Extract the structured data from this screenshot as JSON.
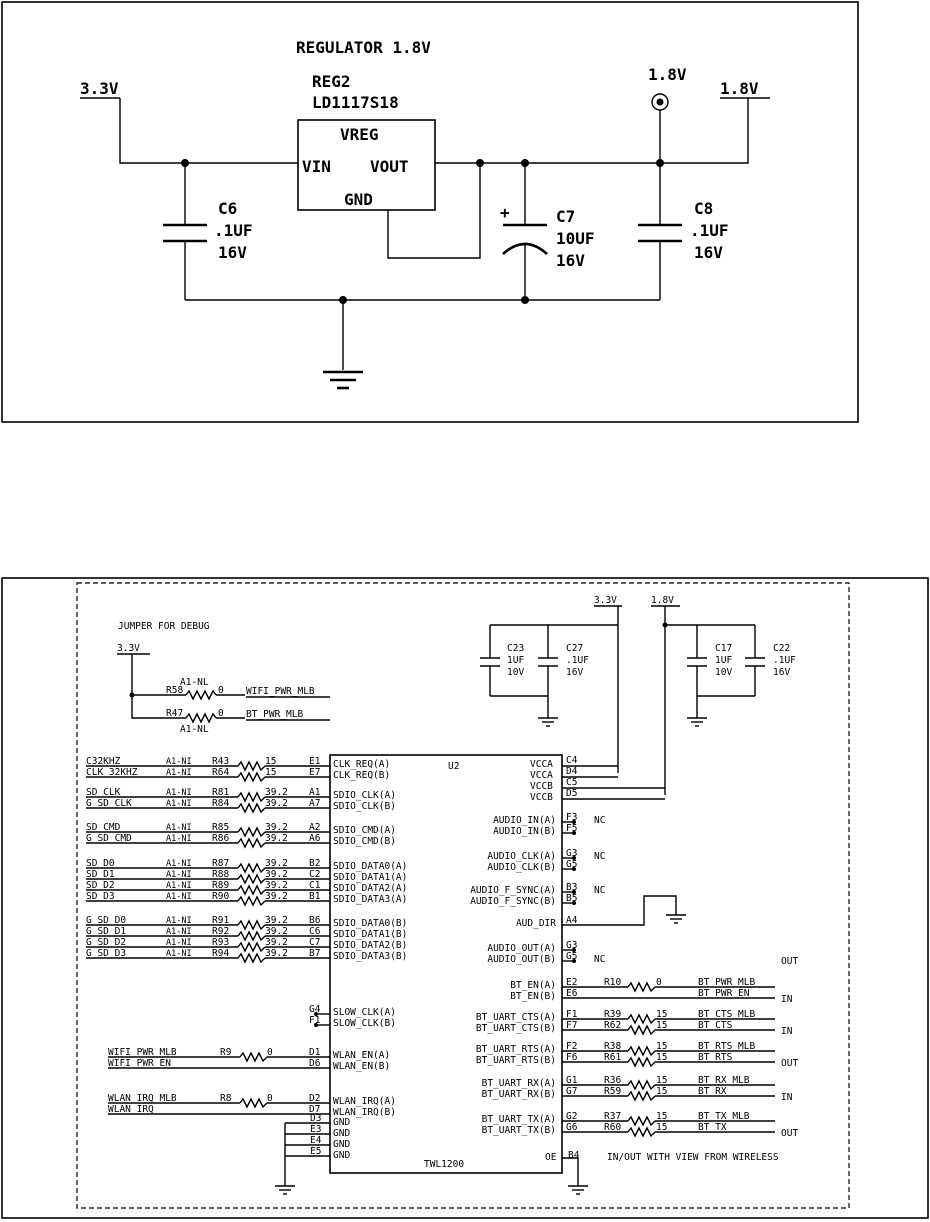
{
  "regulator": {
    "title": "REGULATOR 1.8V",
    "ref": "REG2",
    "part": "LD1117S18",
    "block_name": "VREG",
    "pin_in": "VIN",
    "pin_out": "VOUT",
    "pin_gnd": "GND",
    "net_in": "3.3V",
    "net_out": "1.8V",
    "testpoint": "1.8V",
    "c6": {
      "ref": "C6",
      "val": ".1UF",
      "volt": "16V"
    },
    "c7": {
      "ref": "C7",
      "val": "10UF",
      "volt": "16V",
      "pol": "+"
    },
    "c8": {
      "ref": "C8",
      "val": ".1UF",
      "volt": "16V"
    }
  },
  "twl": {
    "jumper_title": "JUMPER FOR DEBUG",
    "net33": "3.3V",
    "net18": "1.8V",
    "decap": [
      {
        "ref": "C23",
        "val": "1UF",
        "volt": "10V"
      },
      {
        "ref": "C27",
        "val": ".1UF",
        "volt": "16V"
      },
      {
        "ref": "C17",
        "val": "1UF",
        "volt": "10V"
      },
      {
        "ref": "C22",
        "val": ".1UF",
        "volt": "16V"
      }
    ],
    "jumpers": [
      {
        "opt_top": "A1-NL",
        "ref": "R58",
        "val": "0",
        "net": "WIFI_PWR_MLB"
      },
      {
        "opt_bot": "A1-NL",
        "ref": "R47",
        "val": "0",
        "net": "BT_PWR_MLB"
      }
    ],
    "chip_ref": "U2",
    "chip_part": "TWL1200",
    "left_rows": [
      {
        "net": "C32KHZ",
        "opt": "A1-NI",
        "ref": "R43",
        "val": "15",
        "pin": "E1",
        "sig": "CLK_REQ(A)"
      },
      {
        "net": "CLK_32KHZ",
        "opt": "A1-NI",
        "ref": "R64",
        "val": "15",
        "pin": "E7",
        "sig": "CLK_REQ(B)"
      },
      {
        "net": "SD_CLK",
        "opt": "A1-NI",
        "ref": "R81",
        "val": "39.2",
        "pin": "A1",
        "sig": "SDIO_CLK(A)"
      },
      {
        "net": "G_SD_CLK",
        "opt": "A1-NI",
        "ref": "R84",
        "val": "39.2",
        "pin": "A7",
        "sig": "SDIO_CLK(B)"
      },
      {
        "net": "SD_CMD",
        "opt": "A1-NI",
        "ref": "R85",
        "val": "39.2",
        "pin": "A2",
        "sig": "SDIO_CMD(A)"
      },
      {
        "net": "G_SD_CMD",
        "opt": "A1-NI",
        "ref": "R86",
        "val": "39.2",
        "pin": "A6",
        "sig": "SDIO_CMD(B)"
      },
      {
        "net": "SD_D0",
        "opt": "A1-NI",
        "ref": "R87",
        "val": "39.2",
        "pin": "B2",
        "sig": "SDIO_DATA0(A)"
      },
      {
        "net": "SD_D1",
        "opt": "A1-NI",
        "ref": "R88",
        "val": "39.2",
        "pin": "C2",
        "sig": "SDIO_DATA1(A)"
      },
      {
        "net": "SD_D2",
        "opt": "A1-NI",
        "ref": "R89",
        "val": "39.2",
        "pin": "C1",
        "sig": "SDIO_DATA2(A)"
      },
      {
        "net": "SD_D3",
        "opt": "A1-NI",
        "ref": "R90",
        "val": "39.2",
        "pin": "B1",
        "sig": "SDIO_DATA3(A)"
      },
      {
        "net": "G_SD_D0",
        "opt": "A1-NI",
        "ref": "R91",
        "val": "39.2",
        "pin": "B6",
        "sig": "SDIO_DATA0(B)"
      },
      {
        "net": "G_SD_D1",
        "opt": "A1-NI",
        "ref": "R92",
        "val": "39.2",
        "pin": "C6",
        "sig": "SDIO_DATA1(B)"
      },
      {
        "net": "G_SD_D2",
        "opt": "A1-NI",
        "ref": "R93",
        "val": "39.2",
        "pin": "C7",
        "sig": "SDIO_DATA2(B)"
      },
      {
        "net": "G_SD_D3",
        "opt": "A1-NI",
        "ref": "R94",
        "val": "39.2",
        "pin": "B7",
        "sig": "SDIO_DATA3(B)"
      }
    ],
    "slow_clk": [
      {
        "pin": "G4",
        "sig": "SLOW_CLK(A)"
      },
      {
        "pin": "F1",
        "sig": "SLOW_CLK(B)"
      }
    ],
    "wlan_rows": [
      {
        "net": "WIFI_PWR_MLB",
        "ref": "R9",
        "val": "0",
        "pin": "D1",
        "sig": "WLAN_EN(A)"
      },
      {
        "net": "WIFI_PWR_EN",
        "pin": "D6",
        "sig": "WLAN_EN(B)"
      },
      {
        "net": "WLAN_IRQ_MLB",
        "ref": "R8",
        "val": "0",
        "pin": "D2",
        "sig": "WLAN_IRQ(A)"
      },
      {
        "net": "WLAN_IRQ",
        "pin": "D7",
        "sig": "WLAN_IRQ(B)"
      }
    ],
    "gnd_pins": [
      {
        "pin": "D3",
        "sig": "GND"
      },
      {
        "pin": "E3",
        "sig": "GND"
      },
      {
        "pin": "E4",
        "sig": "GND"
      },
      {
        "pin": "E5",
        "sig": "GND"
      }
    ],
    "vcc_pins": [
      {
        "pin": "C4",
        "sig": "VCCA"
      },
      {
        "pin": "D4",
        "sig": "VCCA"
      },
      {
        "pin": "C5",
        "sig": "VCCB"
      },
      {
        "pin": "D5",
        "sig": "VCCB"
      }
    ],
    "audio_pins": [
      {
        "pin": "F3",
        "sig": "AUDIO_IN(A)"
      },
      {
        "pin": "F5",
        "sig": "AUDIO_IN(B)"
      },
      {
        "pin": "G3",
        "sig": "AUDIO_CLK(A)"
      },
      {
        "pin": "G5",
        "sig": "AUDIO_CLK(B)"
      },
      {
        "pin": "B3",
        "sig": "AUDIO_F_SYNC(A)"
      },
      {
        "pin": "B5",
        "sig": "AUDIO_F_SYNC(B)"
      },
      {
        "pin": "A4",
        "sig": "AUD_DIR"
      },
      {
        "pin": "G3",
        "sig": "AUDIO_OUT(A)"
      },
      {
        "pin": "G5",
        "sig": "AUDIO_OUT(B)"
      }
    ],
    "nc": "NC",
    "bt_rows": [
      {
        "pin": "E2",
        "sig": "BT_EN(A)",
        "ref": "R10",
        "val": "0",
        "net": "BT_PWR_MLB",
        "dir": ""
      },
      {
        "pin": "E6",
        "sig": "BT_EN(B)",
        "ref": "",
        "val": "",
        "net": "BT_PWR_EN",
        "dir": "IN"
      },
      {
        "pin": "F1",
        "sig": "BT_UART_CTS(A)",
        "ref": "R39",
        "val": "15",
        "net": "BT_CTS_MLB",
        "dir": ""
      },
      {
        "pin": "F7",
        "sig": "BT_UART_CTS(B)",
        "ref": "R62",
        "val": "15",
        "net": "BT_CTS",
        "dir": "IN"
      },
      {
        "pin": "F2",
        "sig": "BT_UART_RTS(A)",
        "ref": "R38",
        "val": "15",
        "net": "BT_RTS_MLB",
        "dir": ""
      },
      {
        "pin": "F6",
        "sig": "BT_UART_RTS(B)",
        "ref": "R61",
        "val": "15",
        "net": "BT_RTS",
        "dir": "OUT"
      },
      {
        "pin": "G1",
        "sig": "BT_UART_RX(A)",
        "ref": "R36",
        "val": "15",
        "net": "BT_RX_MLB",
        "dir": ""
      },
      {
        "pin": "G7",
        "sig": "BT_UART_RX(B)",
        "ref": "R59",
        "val": "15",
        "net": "BT_RX",
        "dir": "IN"
      },
      {
        "pin": "G2",
        "sig": "BT_UART_TX(A)",
        "ref": "R37",
        "val": "15",
        "net": "BT_TX_MLB",
        "dir": ""
      },
      {
        "pin": "G6",
        "sig": "BT_UART_TX(B)",
        "ref": "R60",
        "val": "15",
        "net": "BT_TX",
        "dir": "OUT"
      }
    ],
    "audio_out_dir": "OUT",
    "oe_sig": "OE",
    "oe_pin": "B4",
    "note": "IN/OUT WITH VIEW FROM WIRELESS"
  }
}
